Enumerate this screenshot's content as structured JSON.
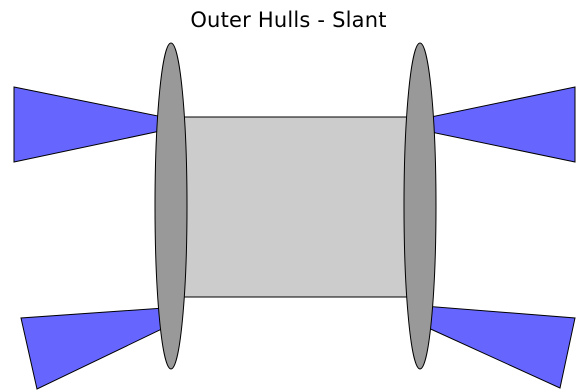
{
  "title": "Outer Hulls - Slant",
  "colors": {
    "thruster_fill": "#6666ff",
    "hull_fill": "#999999",
    "body_fill": "#cccccc",
    "stroke": "#000000",
    "background": "#ffffff"
  },
  "parts": {
    "thrusters": [
      "top-left",
      "bottom-left",
      "top-right",
      "bottom-right"
    ],
    "hulls": [
      "left",
      "right"
    ],
    "body": "central-body"
  }
}
